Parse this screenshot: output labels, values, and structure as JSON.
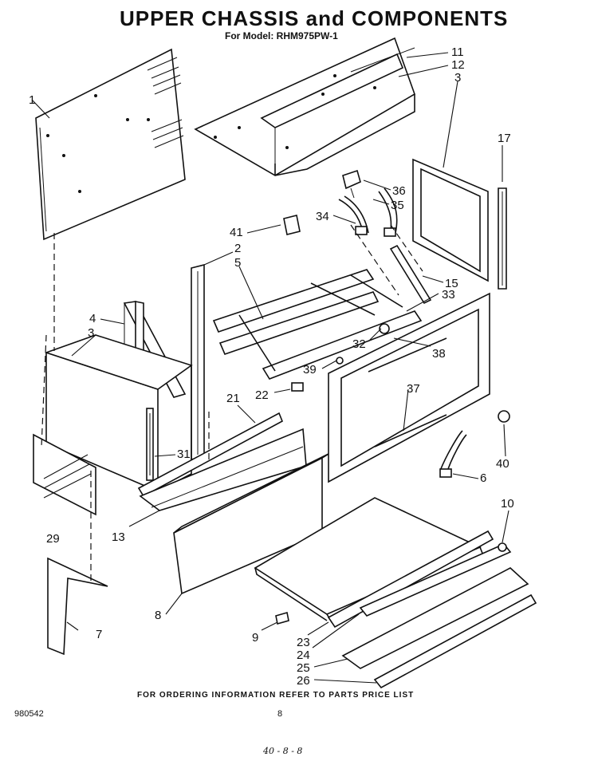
{
  "header": {
    "title": "UPPER CHASSIS and COMPONENTS",
    "model_line": "For Model: RHM975PW-1"
  },
  "footer": {
    "ordering_note": "FOR ORDERING INFORMATION REFER TO PARTS PRICE LIST",
    "document_number": "980542",
    "page_number": "8",
    "handwritten_note": "40 - 8 - 8"
  },
  "callouts": {
    "c1": "1",
    "c2": "2",
    "c3a": "3",
    "c3b": "3",
    "c4": "4",
    "c5": "5",
    "c6": "6",
    "c7": "7",
    "c8": "8",
    "c9": "9",
    "c10": "10",
    "c11": "11",
    "c12": "12",
    "c13": "13",
    "c15": "15",
    "c17": "17",
    "c21": "21",
    "c22": "22",
    "c23": "23",
    "c24": "24",
    "c25": "25",
    "c26": "26",
    "c29": "29",
    "c31": "31",
    "c32": "32",
    "c33": "33",
    "c34": "34",
    "c35": "35",
    "c36": "36",
    "c37": "37",
    "c38": "38",
    "c39": "39",
    "c40": "40",
    "c41": "41"
  }
}
